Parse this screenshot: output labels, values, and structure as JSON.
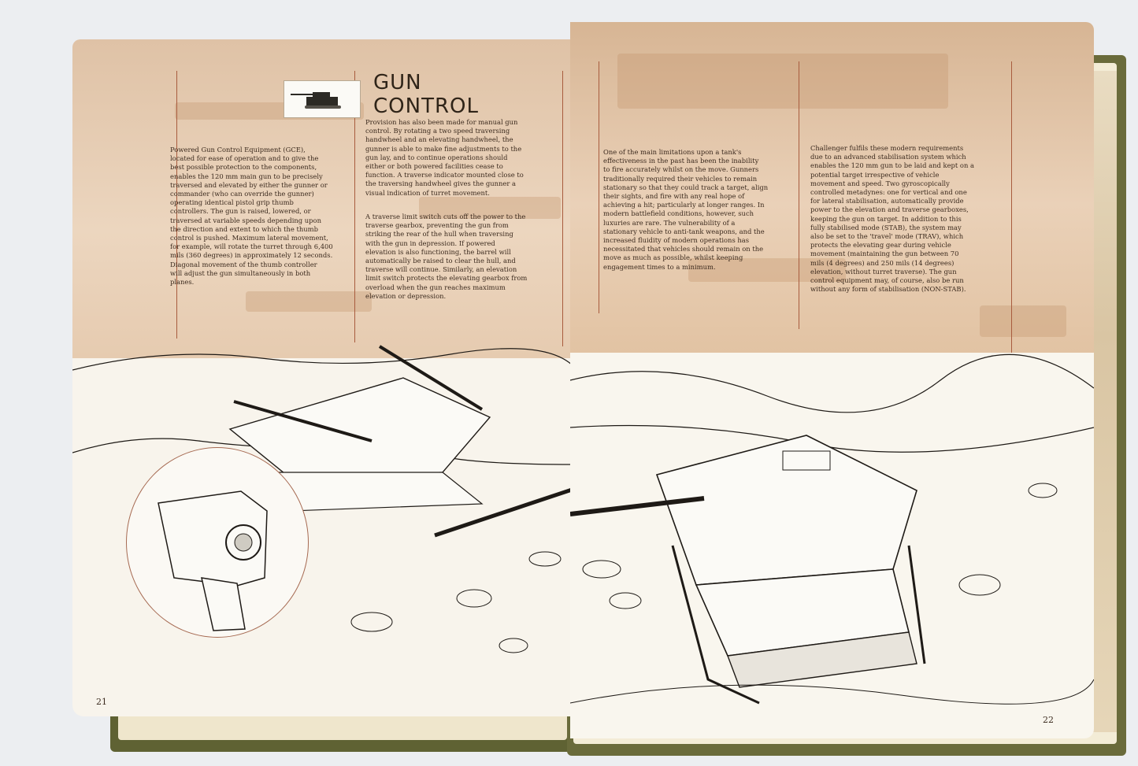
{
  "left_page": {
    "title": "GUN\nCONTROL",
    "column1": "Powered Gun Control Equipment (GCE),\nlocated for ease of operation and to give the\nbest possible protection to the components,\nenables the 120 mm main gun to be precisely\ntraversed and elevated by either the gunner or\ncommander (who can override the gunner)\noperating identical pistol grip thumb\ncontrollers. The gun is raised, lowered, or\ntraversed at variable speeds depending upon\nthe direction and extent to which the thumb\ncontrol is pushed. Maximum lateral movement,\nfor example, will rotate the turret through 6,400\nmils (360 degrees) in approximately 12 seconds.\nDiagonal movement of the thumb controller\nwill adjust the gun simultaneously in both\nplanes.",
    "column2_p1": "Provision has also been made for manual gun\ncontrol. By rotating a two speed traversing\nhandwheel and an elevating handwheel, the\ngunner is able to make fine adjustments to the\ngun lay, and to continue operations should\neither or both powered facilities cease to\nfunction. A traverse indicator mounted close to\nthe traversing handwheel gives the gunner a\nvisual indication of turret movement.",
    "column2_p2": "A traverse limit switch cuts off the power to the\ntraverse gearbox, preventing the gun from\nstriking the rear of the hull when traversing\nwith the gun in depression. If powered\nelevation is also functioning, the barrel will\nautomatically be raised to clear the hull, and\ntraverse will continue. Similarly, an elevation\nlimit switch protects the elevating gearbox from\noverload when the gun reaches maximum\nelevation or depression.",
    "page_number": "21"
  },
  "right_page": {
    "column1": "One of the main limitations upon a tank's\neffectiveness in the past has been the inability\nto fire accurately whilst on the move. Gunners\ntraditionally required their vehicles to remain\nstationary so that they could track a target, align\ntheir sights, and fire with any real hope of\nachieving a hit; particularly at longer ranges. In\nmodern battlefield conditions, however, such\nluxuries are rare. The vulnerability of a\nstationary vehicle to anti-tank weapons, and the\nincreased fluidity of modern operations has\nnecessitated that vehicles should remain on the\nmove as much as possible, whilst keeping\nengagement times to a minimum.",
    "column2": "Challenger fulfils these modern requirements\ndue to an advanced stabilisation system which\nenables the 120 mm gun to be laid and kept on a\npotential target irrespective of vehicle\nmovement and speed. Two gyroscopically\ncontrolled metadynes: one for vertical and one\nfor lateral stabilisation, automatically provide\npower to the elevation and traverse gearboxes,\nkeeping the gun on target. In addition to this\nfully stabilised mode (STAB), the system may\nalso be set to the 'travel' mode (TRAV), which\nprotects the elevating gear during vehicle\nmovement (maintaining the gun between 70\nmils (4 degrees) and 250 mils (14 degrees)\nelevation, without turret traverse). The gun\ncontrol equipment may, of course, also be run\nwithout any form of stabilisation (NON-STAB).",
    "page_number": "22"
  },
  "colors": {
    "cover": "#6a6b3b",
    "page": "#f9f6ee",
    "band": "#e3c6a8",
    "rule": "#a85c3e",
    "ink": "#1e1a16"
  },
  "icons": [
    "tank-thumbnail-icon",
    "pistol-grip-controller-illustration",
    "tank-illustration"
  ]
}
